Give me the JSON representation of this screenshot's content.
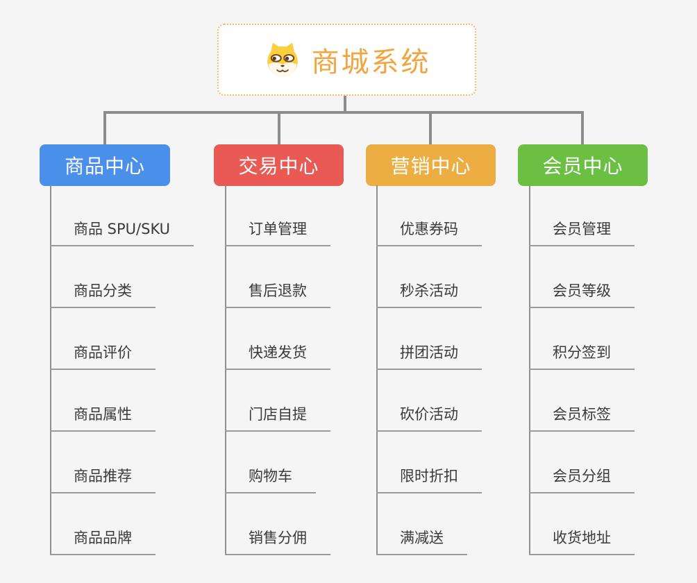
{
  "root": {
    "title": "商城系统",
    "icon": "shiba-dog-icon",
    "title_color": "#f0a541",
    "border_color": "#f3bc63"
  },
  "connector_color": "#8c8c8c",
  "underline_color": "#9a9a9a",
  "background_color": "#f5f5f5",
  "branches": [
    {
      "label": "商品中心",
      "color": "#4a8fe9",
      "items": [
        "商品 SPU/SKU",
        "商品分类",
        "商品评价",
        "商品属性",
        "商品推荐",
        "商品品牌"
      ]
    },
    {
      "label": "交易中心",
      "color": "#ea5a54",
      "items": [
        "订单管理",
        "售后退款",
        "快递发货",
        "门店自提",
        "购物车",
        "销售分佣"
      ]
    },
    {
      "label": "营销中心",
      "color": "#ecae42",
      "items": [
        "优惠券码",
        "秒杀活动",
        "拼团活动",
        "砍价活动",
        "限时折扣",
        "满减送"
      ]
    },
    {
      "label": "会员中心",
      "color": "#6bc043",
      "items": [
        "会员管理",
        "会员等级",
        "积分签到",
        "会员标签",
        "会员分组",
        "收货地址"
      ]
    }
  ]
}
